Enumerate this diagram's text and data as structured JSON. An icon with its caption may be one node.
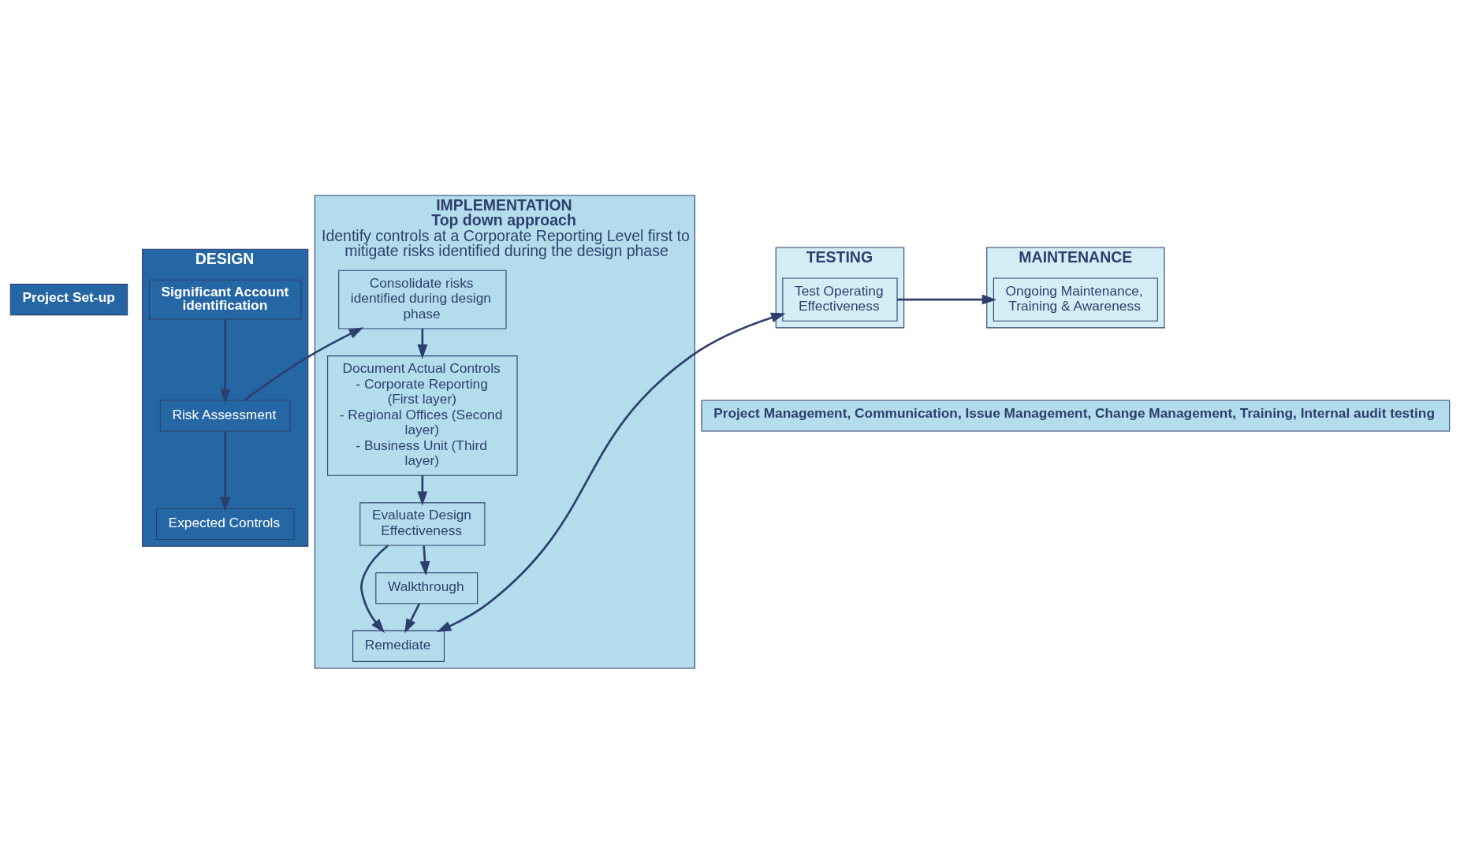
{
  "diagram": {
    "nodes": [
      {
        "text": [
          "DESIGN"
        ]
      },
      {
        "text": [
          "Significant Account identification"
        ],
        "in": 0
      },
      {
        "text": [
          "Risk Assessment"
        ],
        "in": 0
      },
      {
        "text": [
          "Expected Controls"
        ],
        "in": 0
      },
      {
        "text": [
          "IMPLEMENTATION",
          "Top down approach",
          "Identify controls at a Corporate Reporting Level first to mitigate risks identified during the design phase"
        ]
      },
      {
        "text": [
          "Consolidate risks identified during design phase"
        ],
        "in": 4
      },
      {
        "text": [
          "Document Actual Controls",
          "- Corporate Reporting (First layer)",
          "- Regional Offices (Second layer)",
          "- Business Unit (Third layer)"
        ],
        "in": 4
      },
      {
        "text": [
          "Evaluate Design Effectiveness"
        ],
        "in": 4
      },
      {
        "text": [
          "Remediate"
        ],
        "in": 4
      },
      {
        "text": [
          "Walkthrough"
        ],
        "in": 4
      },
      {
        "text": [
          "TESTING"
        ]
      },
      {
        "text": [
          "Test Operating Effectiveness"
        ],
        "in": 10
      },
      {
        "text": [
          "MAINTENANCE"
        ]
      },
      {
        "text": [
          "Ongoing Maintenance, Training & Awareness"
        ],
        "in": 12
      },
      {
        "text": [
          "Project Set-up"
        ]
      },
      {
        "text": [
          "Project Management, Communication, Issue Management, Change Management, Training, Internal audit testing"
        ]
      }
    ],
    "edges": [
      {
        "from": 1,
        "to": 2,
        "arrow": "to"
      },
      {
        "from": 2,
        "to": 3,
        "arrow": "to"
      },
      {
        "from": 2,
        "to": 5,
        "arrow": "to"
      },
      {
        "from": 5,
        "to": 6,
        "arrow": "to"
      },
      {
        "from": 6,
        "to": 7,
        "arrow": "to"
      },
      {
        "from": 7,
        "to": 9,
        "arrow": "to"
      },
      {
        "from": 7,
        "to": 8,
        "arrow": "to"
      },
      {
        "from": 9,
        "to": 8,
        "arrow": "to"
      },
      {
        "from": 8,
        "to": 11,
        "arrow": "both"
      },
      {
        "from": 11,
        "to": 13,
        "arrow": "to"
      }
    ]
  }
}
